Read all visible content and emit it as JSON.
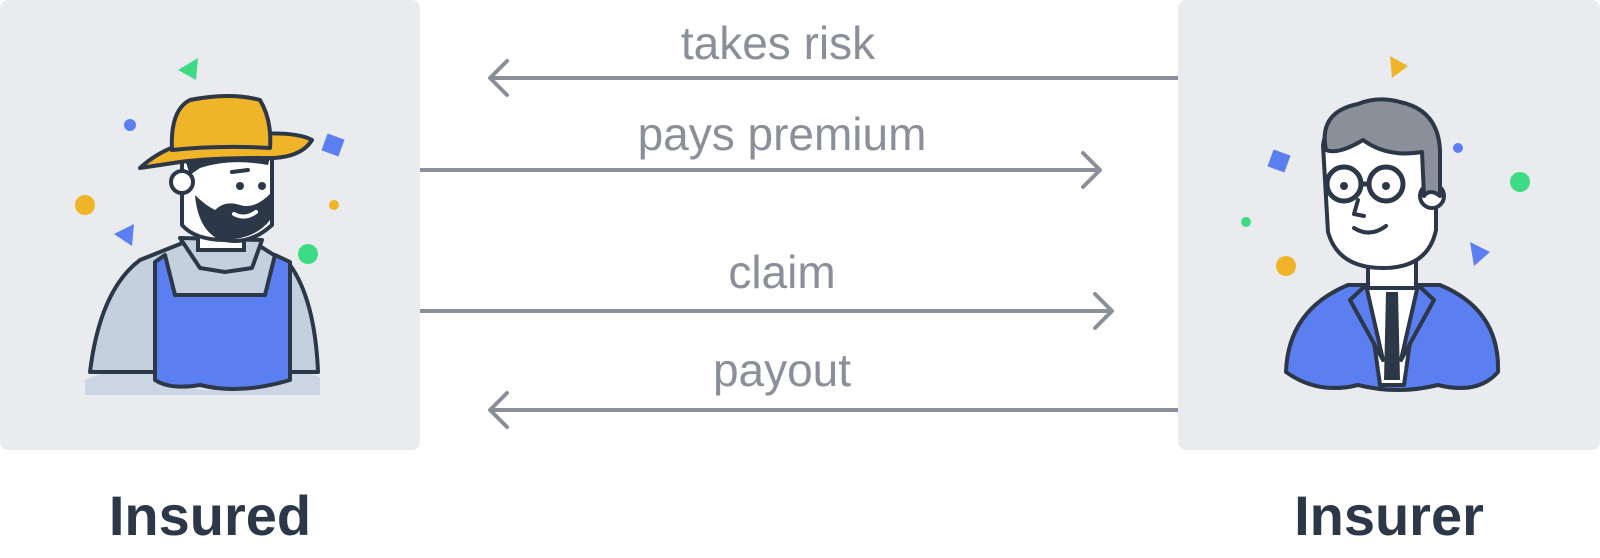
{
  "actors": {
    "insured": {
      "label": "Insured"
    },
    "insurer": {
      "label": "Insurer"
    }
  },
  "flows": [
    {
      "label": "takes risk",
      "direction": "to-insured"
    },
    {
      "label": "pays premium",
      "direction": "to-insurer"
    },
    {
      "label": "claim",
      "direction": "to-insurer"
    },
    {
      "label": "payout",
      "direction": "to-insured"
    }
  ],
  "colors": {
    "panel": "#e9ebef",
    "arrow": "#8a8f99",
    "label": "#2c3748",
    "accent_yellow": "#f0b429",
    "accent_blue": "#5b7ff0",
    "accent_green": "#3ddc84"
  }
}
